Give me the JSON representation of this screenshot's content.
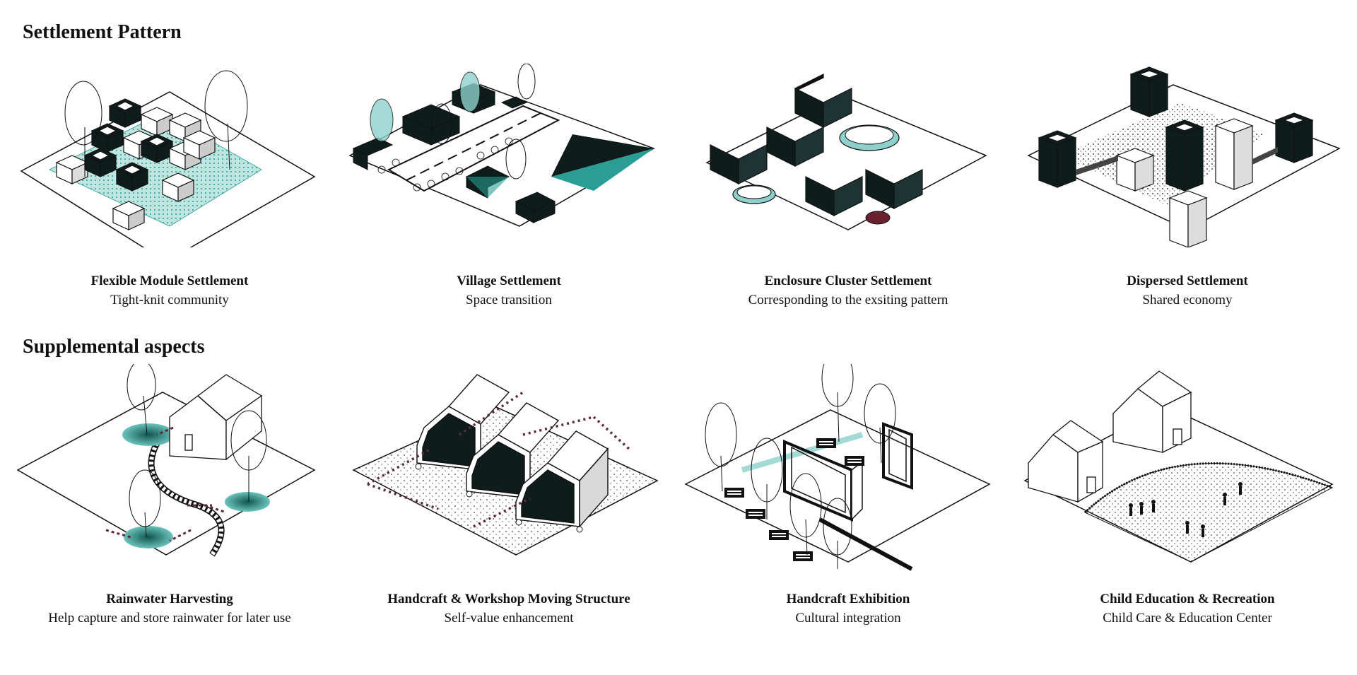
{
  "colors": {
    "teal": "#2a9d95",
    "teal_light": "#8ed1cc",
    "dark": "#0f1c1c",
    "arrow": "#5b2a34",
    "grey": "#d9d9d9",
    "maroon": "#6a2130"
  },
  "sections": [
    {
      "title": "Settlement Pattern",
      "panels": [
        {
          "title": "Flexible Module Settlement",
          "subtitle": "Tight-knit community",
          "icon": "module-settlement-icon"
        },
        {
          "title": "Village Settlement",
          "subtitle": "Space transition",
          "icon": "village-settlement-icon"
        },
        {
          "title": "Enclosure Cluster Settlement",
          "subtitle": "Corresponding to the exsiting pattern",
          "icon": "enclosure-cluster-icon"
        },
        {
          "title": "Dispersed Settlement",
          "subtitle": "Shared economy",
          "icon": "dispersed-settlement-icon"
        }
      ]
    },
    {
      "title": "Supplemental aspects",
      "panels": [
        {
          "title": "Rainwater Harvesting",
          "subtitle": "Help capture and store rainwater for later use",
          "icon": "rainwater-harvesting-icon"
        },
        {
          "title": "Handcraft & Workshop Moving Structure",
          "subtitle": "Self-value enhancement",
          "icon": "workshop-structure-icon"
        },
        {
          "title": "Handcraft Exhibition",
          "subtitle": "Cultural integration",
          "icon": "exhibition-icon"
        },
        {
          "title": "Child Education & Recreation",
          "subtitle": "Child Care & Education Center",
          "icon": "child-education-icon"
        }
      ]
    }
  ]
}
